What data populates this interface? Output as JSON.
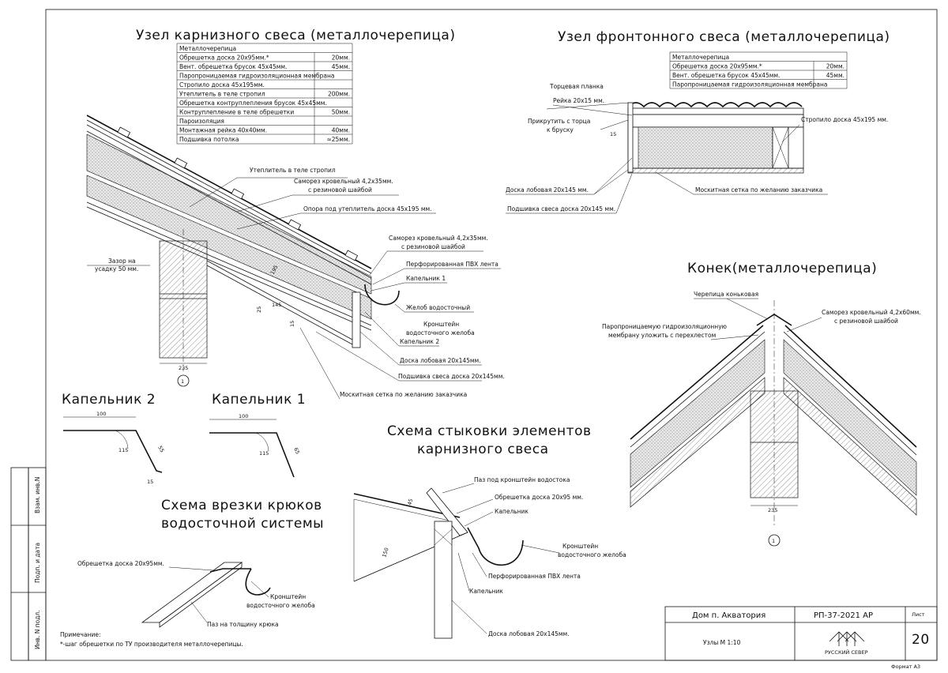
{
  "sheet": {
    "titles": {
      "eave": "Узел карнизного свеса (металлочерепица)",
      "gable": "Узел фронтонного свеса (металлочерепица)",
      "ridge": "Конек(металлочерепица)",
      "drip2": "Капельник 2",
      "drip1": "Капельник 1",
      "joint": "Схема стыковки элементов",
      "joint2": "карнизного свеса",
      "hooks": "Схема врезки крюков",
      "hooks2": "водосточной системы"
    },
    "eave_table": [
      {
        "name": "Металлочерепица",
        "value": ""
      },
      {
        "name": "Обрешетка доска 20х95мм.*",
        "value": "20мм."
      },
      {
        "name": "Вент. обрешетка брусок 45х45мм.",
        "value": "45мм."
      },
      {
        "name": "Паропроницаемая гидроизоляционная мембрана",
        "value": ""
      },
      {
        "name": "Стропило доска 45х195мм.",
        "value": ""
      },
      {
        "name": "Утеплитель в теле стропил",
        "value": "200мм."
      },
      {
        "name": "Обрешетка контруплепления брусок 45х45мм.",
        "value": ""
      },
      {
        "name": "Контруплепление в теле обрешетки",
        "value": "50мм."
      },
      {
        "name": "Пароизоляция",
        "value": ""
      },
      {
        "name": "Монтажная рейка 40х40мм.",
        "value": "40мм."
      },
      {
        "name": "Подшивка потолка",
        "value": "≈25мм."
      }
    ],
    "gable_table": [
      {
        "name": "Металлочерепица",
        "value": ""
      },
      {
        "name": "Обрешетка доска 20х95мм.*",
        "value": "20мм."
      },
      {
        "name": "Вент. обрешетка брусок 45х45мм.",
        "value": "45мм."
      },
      {
        "name": "Паропроницаемая гидроизоляционная мембрана",
        "value": ""
      }
    ],
    "eave_labels": {
      "insul": "Утеплитель в теле стропил",
      "screw1a": "Саморез кровельный 4,2х35мм.",
      "screw1b": "с резиновой шайбой",
      "support": "Опора под утеплитель доска 45х195 мм.",
      "screw2a": "Саморез кровельный 4,2х35мм.",
      "screw2b": "с резиновой шайбой",
      "pvc": "Перфорированная ПВХ лента",
      "drip1": "Капельник 1",
      "gutter": "Желоб водосточный",
      "bracket1": "Кронштейн",
      "bracket2": "водосточного желоба",
      "drip2": "Капельник 2",
      "fascia": "Доска лобовая 20х145мм.",
      "soffit": "Подшивка свеса доска 20х145мм.",
      "mesh": "Москитная сетка по желанию заказчика",
      "gap1": "Зазор на",
      "gap2": "усадку 50 мм.",
      "d195": "195",
      "d145": "145",
      "d25": "25",
      "d15": "15",
      "d235": "235",
      "axis": "1"
    },
    "gable_labels": {
      "end": "Торцевая планка",
      "rail": "Рейка 20х15 мм.",
      "screw1": "Прикрутить с торца",
      "screw2": "к бруску",
      "d15": "15",
      "rafter": "Стропило доска 45х195 мм.",
      "fascia": "Доска лобовая 20х145 мм.",
      "mesh": "Москитная сетка по желанию заказчика",
      "soffit": "Подшивка свеса доска 20х145 мм."
    },
    "ridge_labels": {
      "tile": "Черепица коньковая",
      "screw1": "Саморез кровельный 4,2х60мм.",
      "screw2": "с резиновой шайбой",
      "memb1": "Паропроницаемую гидроизоляционную",
      "memb2": "мембрану уложить с перехлестом",
      "d235": "235",
      "axis": "1"
    },
    "drip_labels": {
      "d2_100": "100",
      "d2_115": "115",
      "d2_55": "55",
      "d2_15": "15",
      "d1_100": "100",
      "d1_115": "115",
      "d1_65": "65"
    },
    "hook_labels": {
      "board": "Обрешетка доска 20х95мм.",
      "bracket1": "Кронштейн",
      "bracket2": "водосточного желоба",
      "cut": "Паз на толщину крюка"
    },
    "joint_labels": {
      "groove": "Паз под кронштейн водостока",
      "batten": "Обрешетка доска 20х95 мм.",
      "drip": "Капельник",
      "bracket1": "Кронштейн",
      "bracket2": "водосточного желоба",
      "pvc": "Перфорированная ПВХ лента",
      "drip2": "Капельник",
      "fascia": "Доска лобовая 20х145мм.",
      "d45": "45",
      "d150": "150"
    },
    "note": {
      "title": "Примечание:",
      "text": "*-шаг обрешетки по ТУ производителя металлочерепицы."
    },
    "side_stamp": [
      "Взам. инв.N",
      "Подп. и дата",
      "Инв. N подл."
    ],
    "title_block": {
      "project": "Дом п. Акватория",
      "code": "РП-37-2021 АР",
      "sheet_label": "Лист",
      "desc": "Узлы  М 1:10",
      "company": "РУССКИЙ СЕВЕР",
      "sheet_no": "20",
      "format": "Формат А3"
    }
  }
}
